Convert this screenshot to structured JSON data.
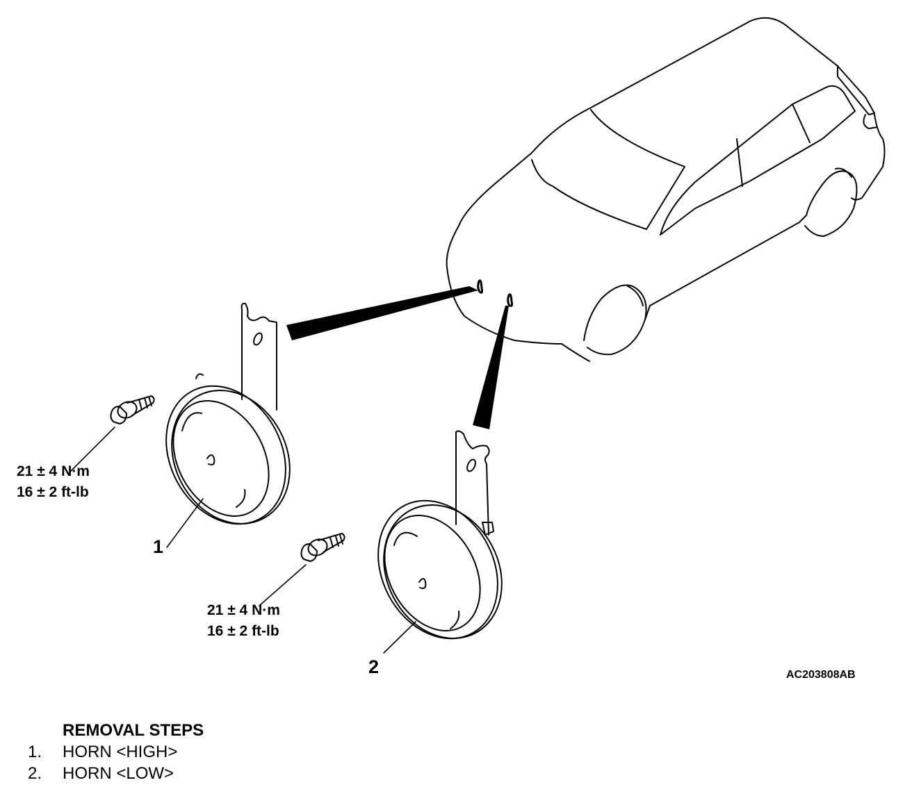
{
  "diagram": {
    "figure_code": "AC203808AB",
    "parts": [
      {
        "callout": "1",
        "name": "HORN <HIGH>",
        "torque": {
          "metric": "21 ± 4 N·m",
          "imperial": "16 ± 2 ft-lb"
        }
      },
      {
        "callout": "2",
        "name": "HORN <LOW>",
        "torque": {
          "metric": "21 ± 4 N·m",
          "imperial": "16 ± 2 ft-lb"
        }
      }
    ]
  },
  "removal_steps": {
    "title": "REMOVAL STEPS",
    "items": [
      {
        "number": "1.",
        "label": "HORN <HIGH>"
      },
      {
        "number": "2.",
        "label": "HORN <LOW>"
      }
    ]
  }
}
